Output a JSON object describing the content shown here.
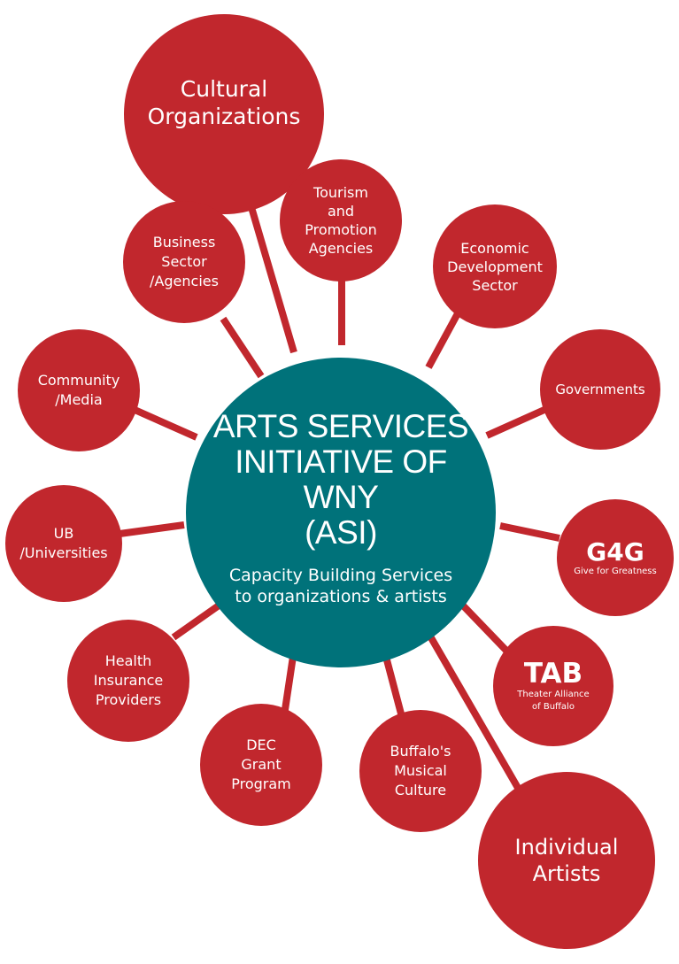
{
  "center": {
    "title": "ARTS SERVICES\nINITIATIVE OF WNY\n(ASI)",
    "subtitle": "Capacity Building Services\nto organizations & artists"
  },
  "nodes": {
    "cultural": {
      "label": "Cultural\nOrganizations"
    },
    "tourism": {
      "label": "Tourism\nand\nPromotion\nAgencies"
    },
    "economic": {
      "label": "Economic\nDevelopment\nSector"
    },
    "business": {
      "label": "Business\nSector\n/Agencies"
    },
    "community": {
      "label": "Community\n/Media"
    },
    "governments": {
      "label": "Governments"
    },
    "g4g": {
      "label": "G4G",
      "sub": "Give for Greatness"
    },
    "ub": {
      "label": "UB\n/Universities"
    },
    "tab": {
      "label": "TAB",
      "sub": "Theater Alliance\nof Buffalo"
    },
    "health": {
      "label": "Health\nInsurance\nProviders"
    },
    "dec": {
      "label": "DEC\nGrant\nProgram"
    },
    "musical": {
      "label": "Buffalo's\nMusical\nCulture"
    },
    "artists": {
      "label": "Individual\nArtists"
    }
  },
  "colors": {
    "center": "#00727a",
    "node": "#c1272d",
    "text": "#ffffff"
  }
}
